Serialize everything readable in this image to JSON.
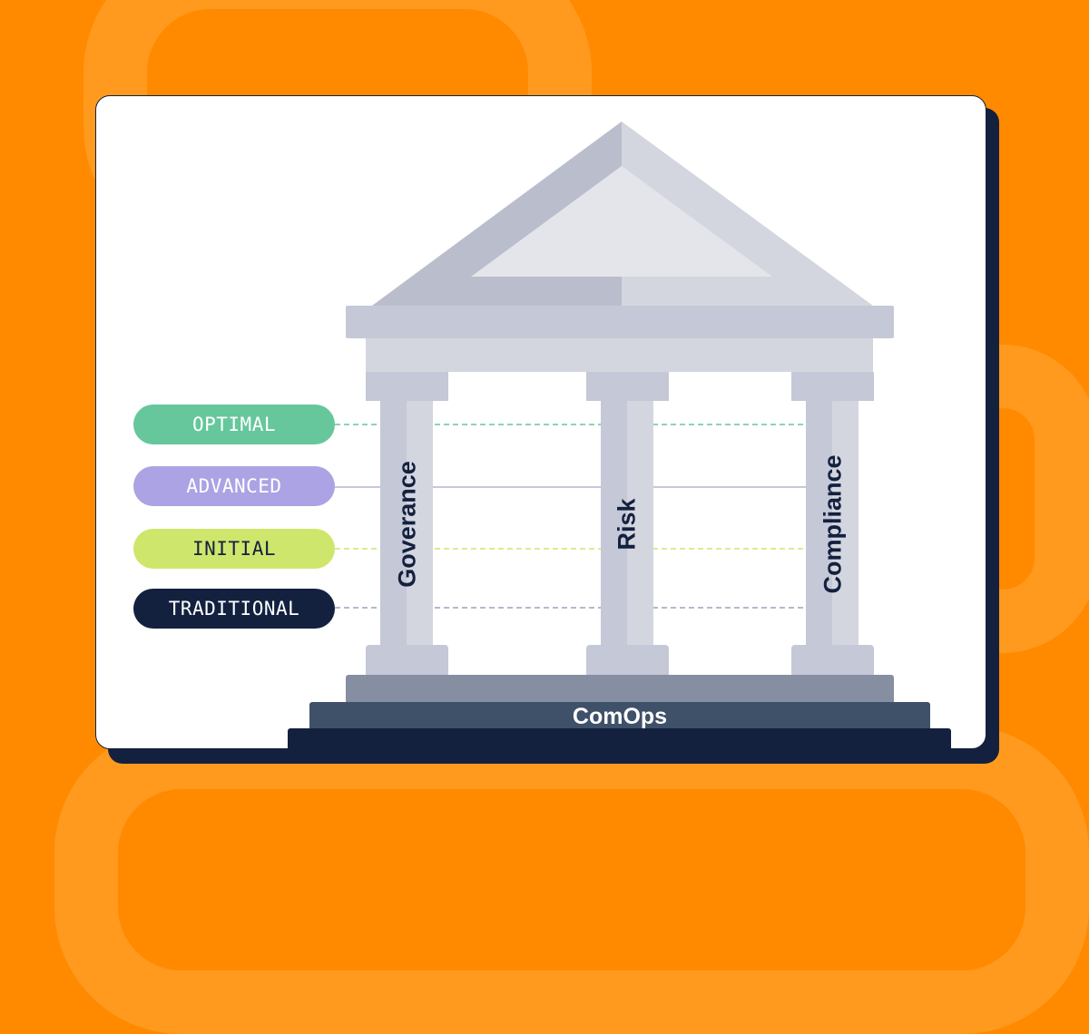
{
  "levels": [
    {
      "label": "OPTIMAL",
      "color": "#65c79b",
      "text_color": "#ffffff"
    },
    {
      "label": "ADVANCED",
      "color": "#aba3e3",
      "text_color": "#ffffff"
    },
    {
      "label": "INITIAL",
      "color": "#cfe66c",
      "text_color": "#13213f"
    },
    {
      "label": "TRADITIONAL",
      "color": "#13213f",
      "text_color": "#ffffff"
    }
  ],
  "pillars": [
    "Goverance",
    "Risk",
    "Compliance"
  ],
  "foundation": "ComOps",
  "colors": {
    "background": "#ff8a00",
    "navy": "#13213f"
  }
}
